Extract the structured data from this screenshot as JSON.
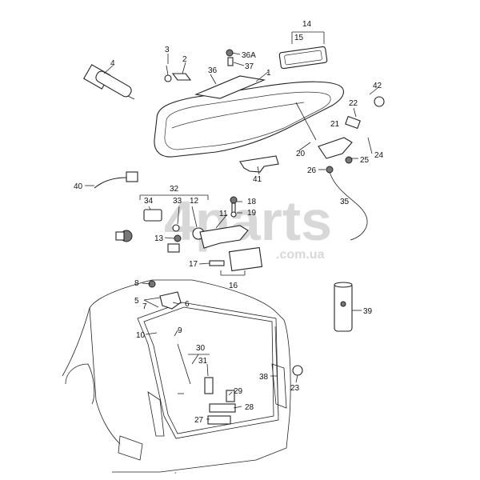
{
  "watermark": {
    "main": "4parts",
    "sub": ".com.ua"
  },
  "labels": [
    "1",
    "2",
    "3",
    "4",
    "5",
    "6",
    "7",
    "8",
    "9",
    "10",
    "11",
    "12",
    "13",
    "14",
    "15",
    "16",
    "17",
    "18",
    "19",
    "20",
    "21",
    "22",
    "23",
    "24",
    "25",
    "26",
    "27",
    "28",
    "29",
    "30",
    "31",
    "32",
    "33",
    "34",
    "35",
    "36",
    "36A",
    "37",
    "38",
    "39",
    "40",
    "41",
    "42"
  ],
  "footer_mark": "´"
}
